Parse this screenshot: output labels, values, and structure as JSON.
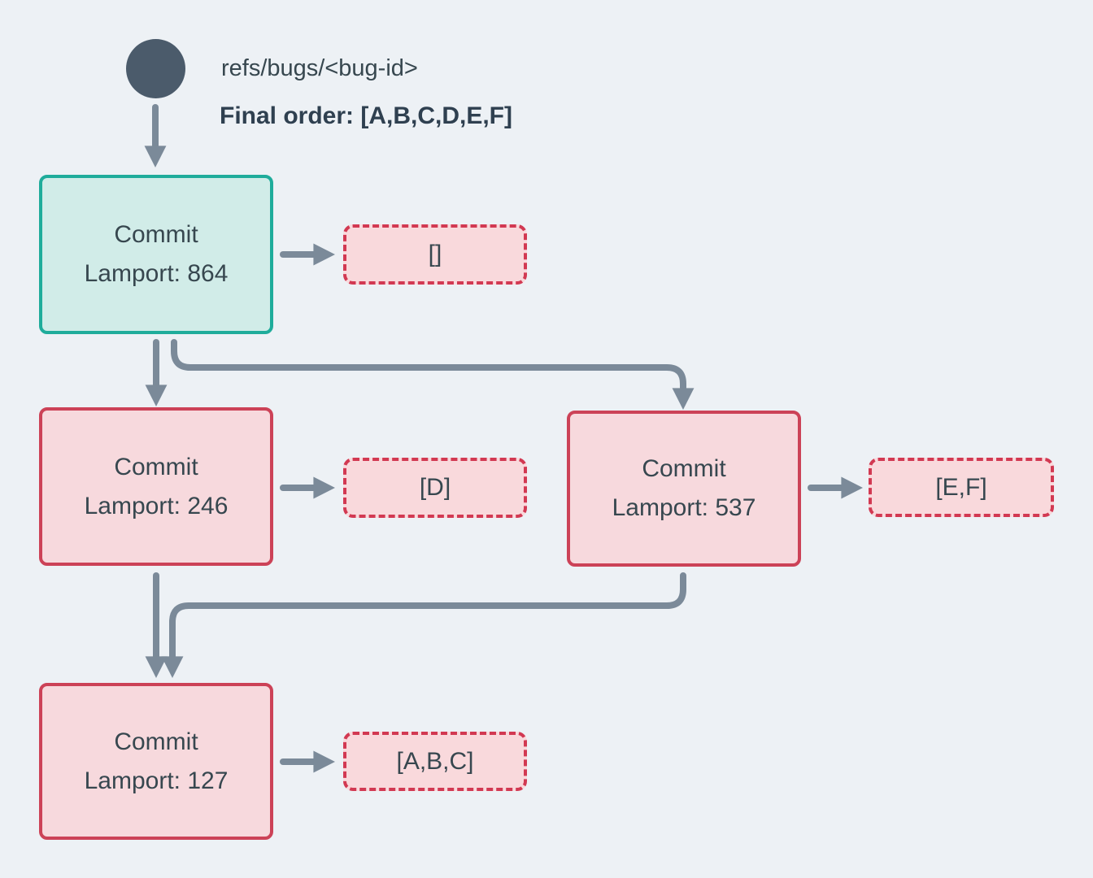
{
  "header": {
    "ref_label": "refs/bugs/<bug-id>",
    "final_order": "Final order: [A,B,C,D,E,F]"
  },
  "nodes": [
    {
      "id": "commit-864",
      "title": "Commit",
      "lamport": "Lamport: 864",
      "payload": "[]"
    },
    {
      "id": "commit-246",
      "title": "Commit",
      "lamport": "Lamport: 246",
      "payload": "[D]"
    },
    {
      "id": "commit-537",
      "title": "Commit",
      "lamport": "Lamport: 537",
      "payload": "[E,F]"
    },
    {
      "id": "commit-127",
      "title": "Commit",
      "lamport": "Lamport: 127",
      "payload": "[A,B,C]"
    }
  ],
  "colors": {
    "background": "#edf1f5",
    "head_node_border": "#1fac9b",
    "head_node_fill": "#d1ece8",
    "commit_node_border": "#cc4257",
    "commit_node_fill": "#f7d9dd",
    "payload_border": "#d23952",
    "payload_fill": "#f9d9dc",
    "edge": "#7b8a99",
    "ref_circle": "#4b5b6b",
    "text": "#37474f"
  }
}
